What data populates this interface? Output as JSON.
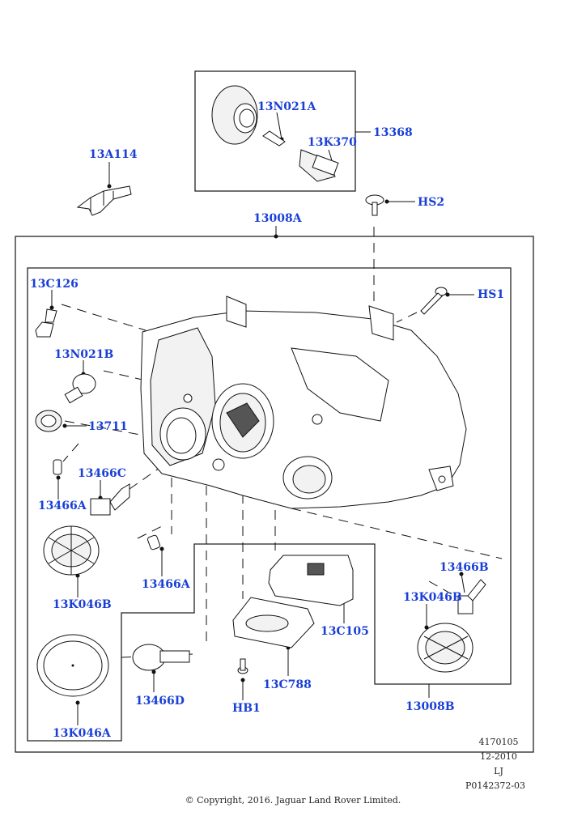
{
  "callouts": {
    "c_13A114": "13A114",
    "c_13N021A": "13N021A",
    "c_13K370": "13K370",
    "c_13368": "13368",
    "c_HS2": "HS2",
    "c_13008A": "13008A",
    "c_13C126": "13C126",
    "c_HS1": "HS1",
    "c_13N021B": "13N021B",
    "c_13711": "13711",
    "c_13466C": "13466C",
    "c_13466A_1": "13466A",
    "c_13466A_2": "13466A",
    "c_13K046B_1": "13K046B",
    "c_13466B": "13466B",
    "c_13K046B_2": "13K046B",
    "c_13C105": "13C105",
    "c_13466D": "13466D",
    "c_13C788": "13C788",
    "c_HB1": "HB1",
    "c_13008B": "13008B",
    "c_13K046A": "13K046A"
  },
  "meta": {
    "code": "4170105",
    "date": "12-2010",
    "author": "LJ",
    "ref": "P0142372-03"
  },
  "copyright": "© Copyright, 2016. Jaguar Land Rover Limited."
}
